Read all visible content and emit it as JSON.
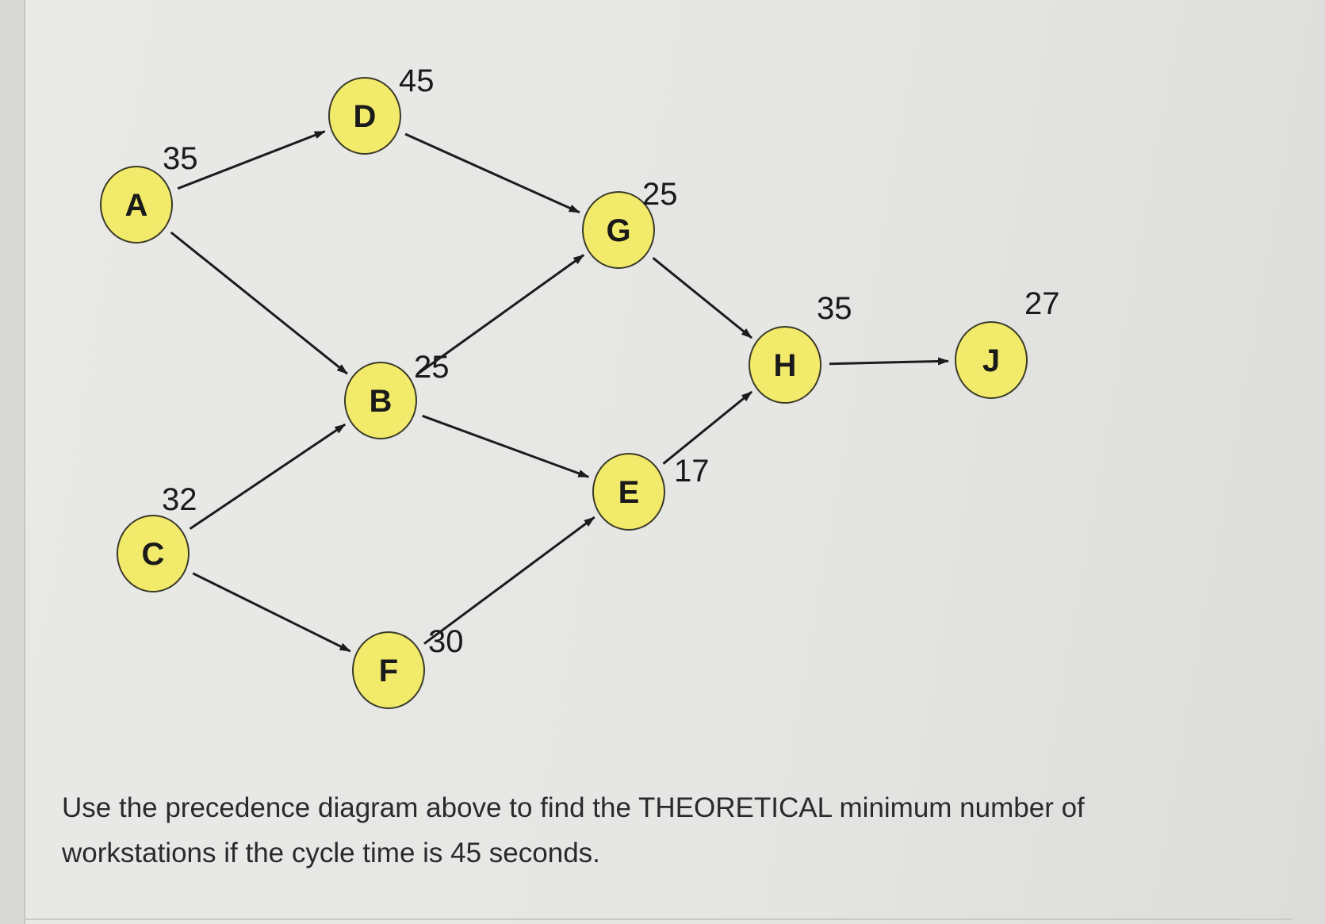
{
  "diagram": {
    "nodes": [
      {
        "id": "A",
        "label": "A",
        "time": "35"
      },
      {
        "id": "B",
        "label": "B",
        "time": "25"
      },
      {
        "id": "C",
        "label": "C",
        "time": "32"
      },
      {
        "id": "D",
        "label": "D",
        "time": "45"
      },
      {
        "id": "E",
        "label": "E",
        "time": "17"
      },
      {
        "id": "F",
        "label": "F",
        "time": "30"
      },
      {
        "id": "G",
        "label": "G",
        "time": "25"
      },
      {
        "id": "H",
        "label": "H",
        "time": "35"
      },
      {
        "id": "J",
        "label": "J",
        "time": "27"
      }
    ],
    "edges": [
      {
        "from": "A",
        "to": "D"
      },
      {
        "from": "A",
        "to": "B"
      },
      {
        "from": "D",
        "to": "G"
      },
      {
        "from": "B",
        "to": "G"
      },
      {
        "from": "B",
        "to": "E"
      },
      {
        "from": "C",
        "to": "B"
      },
      {
        "from": "C",
        "to": "F"
      },
      {
        "from": "F",
        "to": "E"
      },
      {
        "from": "G",
        "to": "H"
      },
      {
        "from": "E",
        "to": "H"
      },
      {
        "from": "H",
        "to": "J"
      }
    ]
  },
  "question": "Use the precedence diagram above to find the THEORETICAL minimum number of workstations if the cycle time is 45 seconds."
}
